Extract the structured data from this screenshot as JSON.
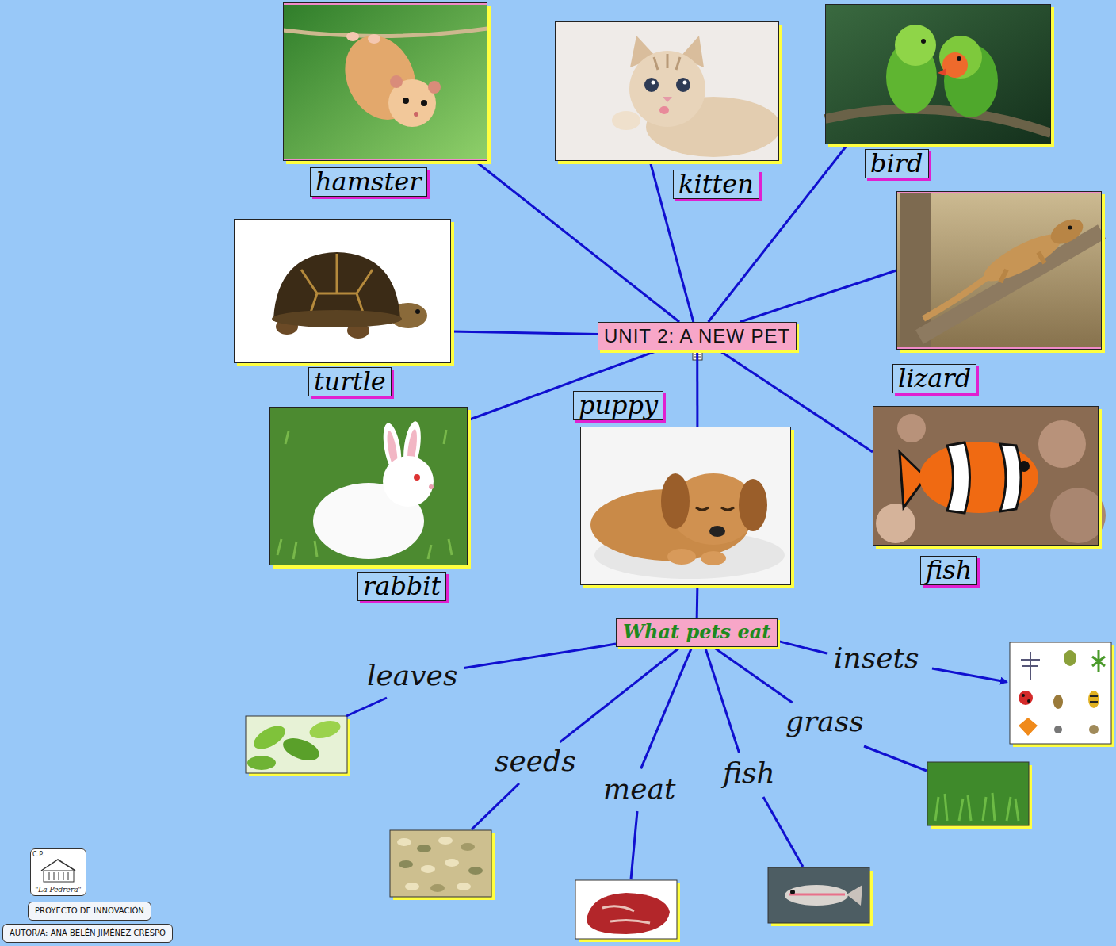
{
  "diagram": {
    "nodes": [
      {
        "text": [
          "hamster"
        ]
      },
      {
        "text": [
          "kitten"
        ]
      },
      {
        "text": [
          "bird"
        ]
      },
      {
        "text": [
          "turtle"
        ]
      },
      {
        "text": [
          "UNIT 2: A NEW PET"
        ]
      },
      {
        "text": [
          "lizard"
        ]
      },
      {
        "text": [
          "puppy"
        ]
      },
      {
        "text": [
          "rabbit"
        ]
      },
      {
        "text": [
          "fish"
        ]
      },
      {
        "text": [
          "What pets eat"
        ]
      },
      {
        "text": [
          "leaves"
        ]
      },
      {
        "text": [
          "insets"
        ]
      },
      {
        "text": [
          "grass"
        ]
      },
      {
        "text": [
          "seeds"
        ]
      },
      {
        "text": [
          "meat"
        ]
      },
      {
        "text": [
          "fish"
        ]
      },
      {
        "text": [
          "C.P.",
          "\"La Pedrera\""
        ]
      },
      {
        "text": [
          "PROYECTO DE INNOVACIÓN"
        ]
      },
      {
        "text": [
          "AUTOR/A: ANA BELÉN JIMÉNEZ CRESPO"
        ]
      }
    ],
    "edges": [
      {
        "from": 4,
        "to": 0,
        "arrow": "none"
      },
      {
        "from": 4,
        "to": 1,
        "arrow": "none"
      },
      {
        "from": 4,
        "to": 2,
        "arrow": "none"
      },
      {
        "from": 4,
        "to": 3,
        "arrow": "none"
      },
      {
        "from": 4,
        "to": 5,
        "arrow": "none"
      },
      {
        "from": 4,
        "to": 6,
        "arrow": "none"
      },
      {
        "from": 4,
        "to": 7,
        "arrow": "none"
      },
      {
        "from": 4,
        "to": 8,
        "arrow": "none"
      },
      {
        "from": 6,
        "to": 9,
        "arrow": "none"
      },
      {
        "from": 9,
        "to": 10,
        "arrow": "none"
      },
      {
        "from": 9,
        "to": 11,
        "arrow": "none"
      },
      {
        "from": 9,
        "to": 12,
        "arrow": "none"
      },
      {
        "from": 9,
        "to": 13,
        "arrow": "none"
      },
      {
        "from": 9,
        "to": 14,
        "arrow": "none"
      },
      {
        "from": 9,
        "to": 15,
        "arrow": "none"
      }
    ]
  }
}
